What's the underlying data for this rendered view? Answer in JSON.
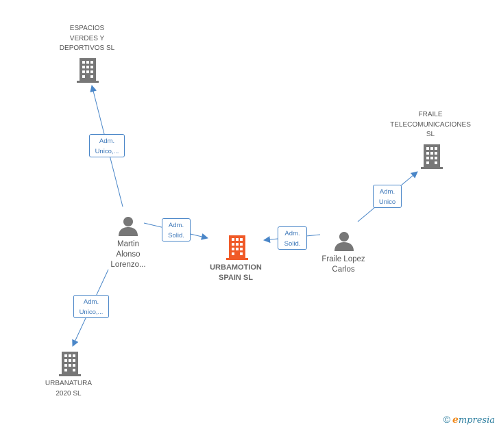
{
  "nodes": {
    "espacios": {
      "lines": [
        "ESPACIOS",
        "VERDES Y",
        "DEPORTIVOS SL"
      ]
    },
    "fraile_tel": {
      "lines": [
        "FRAILE",
        "TELECOMUNICACIONES",
        "SL"
      ]
    },
    "urbamotion": {
      "lines": [
        "URBAMOTION",
        "SPAIN  SL"
      ]
    },
    "urbanatura": {
      "lines": [
        "URBANATURA",
        "2020  SL"
      ]
    },
    "martin": {
      "lines": [
        "Martin",
        "Alonso",
        "Lorenzo..."
      ]
    },
    "fraile_lopez": {
      "lines": [
        "Fraile Lopez",
        "Carlos"
      ]
    }
  },
  "edges": {
    "martin_espacios": {
      "lines": [
        "Adm.",
        "Unico,..."
      ]
    },
    "martin_urbamotion": {
      "lines": [
        "Adm.",
        "Solid."
      ]
    },
    "martin_urbanatura": {
      "lines": [
        "Adm.",
        "Unico,..."
      ]
    },
    "fraile_urbamotion": {
      "lines": [
        "Adm.",
        "Solid."
      ]
    },
    "fraile_telecom": {
      "lines": [
        "Adm.",
        "Unico"
      ]
    }
  },
  "colors": {
    "edge": "#4a86c8",
    "company_icon": "#777777",
    "main_company_icon": "#f05a28",
    "person_icon": "#777777"
  },
  "brand": {
    "copyright": "©",
    "initial": "e",
    "rest": "mpresia"
  }
}
